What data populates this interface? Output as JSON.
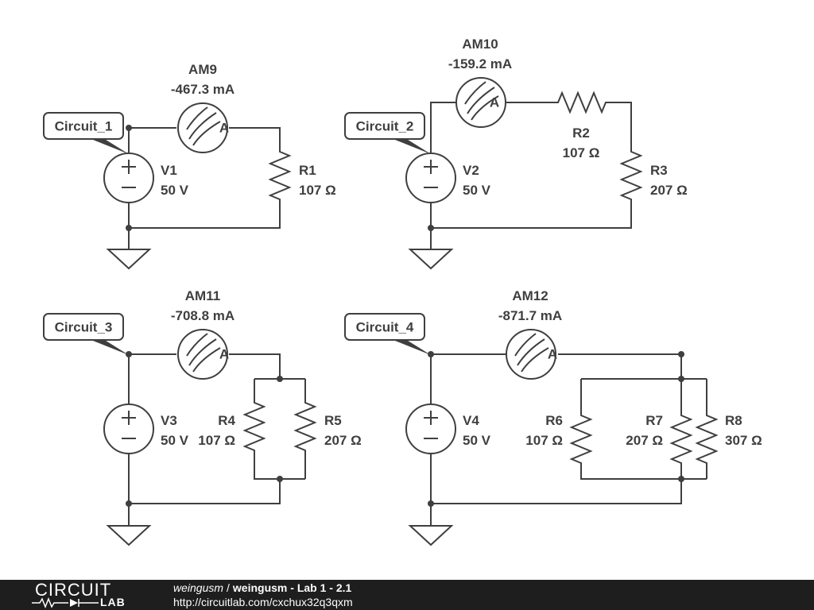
{
  "circuits": {
    "c1": {
      "tag": "Circuit_1",
      "ammeter": {
        "name": "AM9",
        "reading": "-467.3 mA"
      },
      "source": {
        "name": "V1",
        "value": "50 V"
      },
      "resistors": [
        {
          "name": "R1",
          "value": "107 Ω"
        }
      ]
    },
    "c2": {
      "tag": "Circuit_2",
      "ammeter": {
        "name": "AM10",
        "reading": "-159.2 mA"
      },
      "source": {
        "name": "V2",
        "value": "50 V"
      },
      "resistors": [
        {
          "name": "R2",
          "value": "107 Ω"
        },
        {
          "name": "R3",
          "value": "207 Ω"
        }
      ]
    },
    "c3": {
      "tag": "Circuit_3",
      "ammeter": {
        "name": "AM11",
        "reading": "-708.8 mA"
      },
      "source": {
        "name": "V3",
        "value": "50 V"
      },
      "resistors": [
        {
          "name": "R4",
          "value": "107 Ω"
        },
        {
          "name": "R5",
          "value": "207 Ω"
        }
      ]
    },
    "c4": {
      "tag": "Circuit_4",
      "ammeter": {
        "name": "AM12",
        "reading": "-871.7 mA"
      },
      "source": {
        "name": "V4",
        "value": "50 V"
      },
      "resistors": [
        {
          "name": "R6",
          "value": "107 Ω"
        },
        {
          "name": "R7",
          "value": "207 Ω"
        },
        {
          "name": "R8",
          "value": "307 Ω"
        }
      ]
    }
  },
  "symbols": {
    "ammeter_letter": "A",
    "plus": "+",
    "minus": "−"
  },
  "footer": {
    "logo_top": "CIRCUIT",
    "logo_bottom": "LAB",
    "username": "weingusm",
    "separator": "/",
    "title": "weingusm - Lab 1 - 2.1",
    "url": "http://circuitlab.com/cxchux32q3qxm"
  },
  "colors": {
    "ink": "#3f3f3f",
    "footer_bg": "#1e1e1e"
  }
}
